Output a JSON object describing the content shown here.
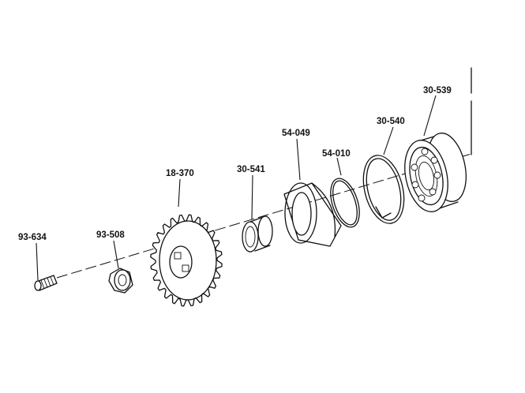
{
  "diagram": {
    "highlight_color": "#e8161b",
    "line_color": "#111111",
    "parts": [
      {
        "id": "93-634",
        "label": "93-634"
      },
      {
        "id": "93-508",
        "label": "93-508"
      },
      {
        "id": "18-370",
        "label": "18-370"
      },
      {
        "id": "30-541",
        "label": "30-541"
      },
      {
        "id": "54-049",
        "label": "54-049",
        "highlighted": true
      },
      {
        "id": "54-010",
        "label": "54-010"
      },
      {
        "id": "30-540",
        "label": "30-540"
      },
      {
        "id": "30-539",
        "label": "30-539"
      }
    ]
  }
}
